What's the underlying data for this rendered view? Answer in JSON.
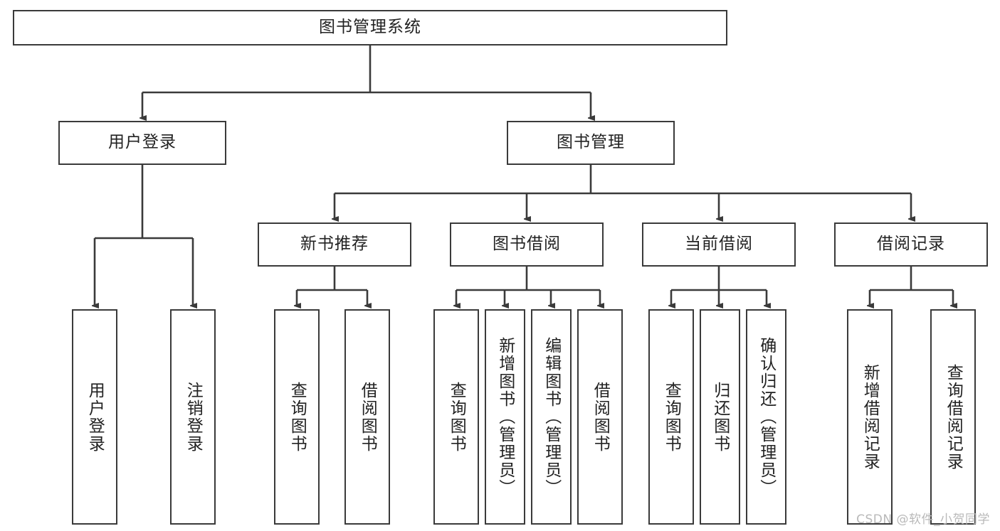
{
  "diagram": {
    "title": "图书管理系统",
    "type": "tree-hierarchy-chart",
    "root": {
      "id": "root",
      "label": "图书管理系统"
    },
    "level1": [
      {
        "id": "l1-0",
        "label": "用户登录"
      },
      {
        "id": "l1-1",
        "label": "图书管理"
      }
    ],
    "level2": [
      {
        "id": "l2-0",
        "label": "新书推荐",
        "parent": "l1-1"
      },
      {
        "id": "l2-1",
        "label": "图书借阅",
        "parent": "l1-1"
      },
      {
        "id": "l2-2",
        "label": "当前借阅",
        "parent": "l1-1"
      },
      {
        "id": "l2-3",
        "label": "借阅记录",
        "parent": "l1-1"
      }
    ],
    "leaves": [
      {
        "id": "lf-0",
        "label": "用户登录",
        "parent": "l1-0"
      },
      {
        "id": "lf-1",
        "label": "注销登录",
        "parent": "l1-0"
      },
      {
        "id": "lf-2",
        "label": "查询图书",
        "parent": "l2-0"
      },
      {
        "id": "lf-3",
        "label": "借阅图书",
        "parent": "l2-0"
      },
      {
        "id": "lf-4",
        "label": "查询图书",
        "parent": "l2-1"
      },
      {
        "id": "lf-5",
        "label": "新增图书（管理员）",
        "parent": "l2-1"
      },
      {
        "id": "lf-6",
        "label": "编辑图书（管理员）",
        "parent": "l2-1"
      },
      {
        "id": "lf-7",
        "label": "借阅图书",
        "parent": "l2-1"
      },
      {
        "id": "lf-8",
        "label": "查询图书",
        "parent": "l2-2"
      },
      {
        "id": "lf-9",
        "label": "归还图书",
        "parent": "l2-2"
      },
      {
        "id": "lf-10",
        "label": "确认归还（管理员）",
        "parent": "l2-2"
      },
      {
        "id": "lf-11",
        "label": "新增借阅记录",
        "parent": "l2-3"
      },
      {
        "id": "lf-12",
        "label": "查询借阅记录",
        "parent": "l2-3"
      }
    ],
    "watermark": "CSDN @软件_小贺同学",
    "colors": {
      "box_border": "#3a3a3a",
      "box_fill": "#ffffff",
      "connector": "#3a3a3a",
      "text": "#222222",
      "watermark": "#b9b9b9",
      "background": "#ffffff"
    }
  }
}
